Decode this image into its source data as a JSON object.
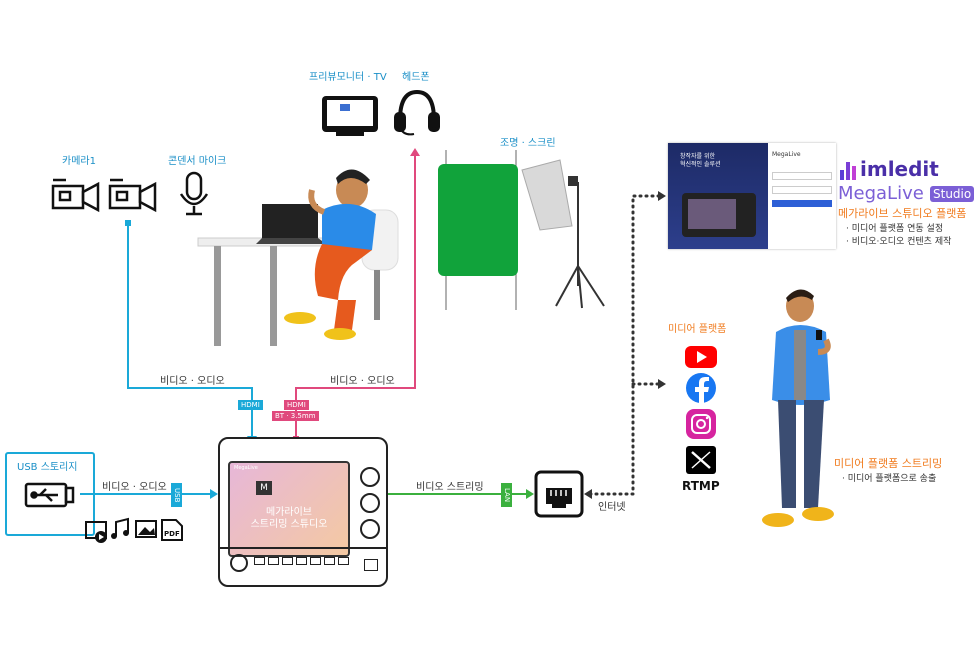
{
  "devices": {
    "camera1_label": "카메라1",
    "mic_label": "콘덴서 마이크",
    "monitor_label": "프리뷰모니터 · TV",
    "headphone_label": "헤드폰",
    "lighting_label": "조명 · 스크린",
    "usb_label": "USB 스토리지"
  },
  "connections": {
    "camera_audio_video": "비디오 · 오디오",
    "headphone_audio_video": "비디오 · 오디오",
    "usb_audio_video": "비디오 · 오디오",
    "video_streaming": "비디오 스트리밍",
    "internet": "인터넷",
    "hdmi_tag_left": "HDMI",
    "hdmi_tag_right": "HDMI",
    "bt_tag": "BT · 3.5mm",
    "usb_tag": "USB",
    "lan_tag": "LAN"
  },
  "studio": {
    "screen_brand": "MegaLive",
    "screen_title_line1": "메가라이브",
    "screen_title_line2": "스트리밍 스튜디오"
  },
  "platform": {
    "brand": "imledit",
    "megalive": "MegaLive",
    "studio_badge": "Studio",
    "title": "메가라이브 스튜디오 플랫폼",
    "bullet1": "· 미디어 플랫폼 연동 설정",
    "bullet2": "· 비디오·오디오 컨텐츠 제작",
    "screen_text_line1": "창작자를 위한",
    "screen_text_line2": "혁신적인 솔루션",
    "login_brand": "MegaLive"
  },
  "media": {
    "title": "미디어 플랫폼",
    "icons": [
      "youtube-icon",
      "facebook-icon",
      "instagram-icon",
      "x-icon"
    ],
    "rtmp": "RTMP",
    "streaming_title": "미디어 플랫폼 스트리밍",
    "streaming_bullet": "· 미디어 플랫폼으로 송출"
  },
  "colors": {
    "cyan": "#1aa9d8",
    "pink": "#e0497d",
    "green": "#3bb03e",
    "orange": "#f07b1e",
    "blue_text": "#1a8fc7"
  }
}
